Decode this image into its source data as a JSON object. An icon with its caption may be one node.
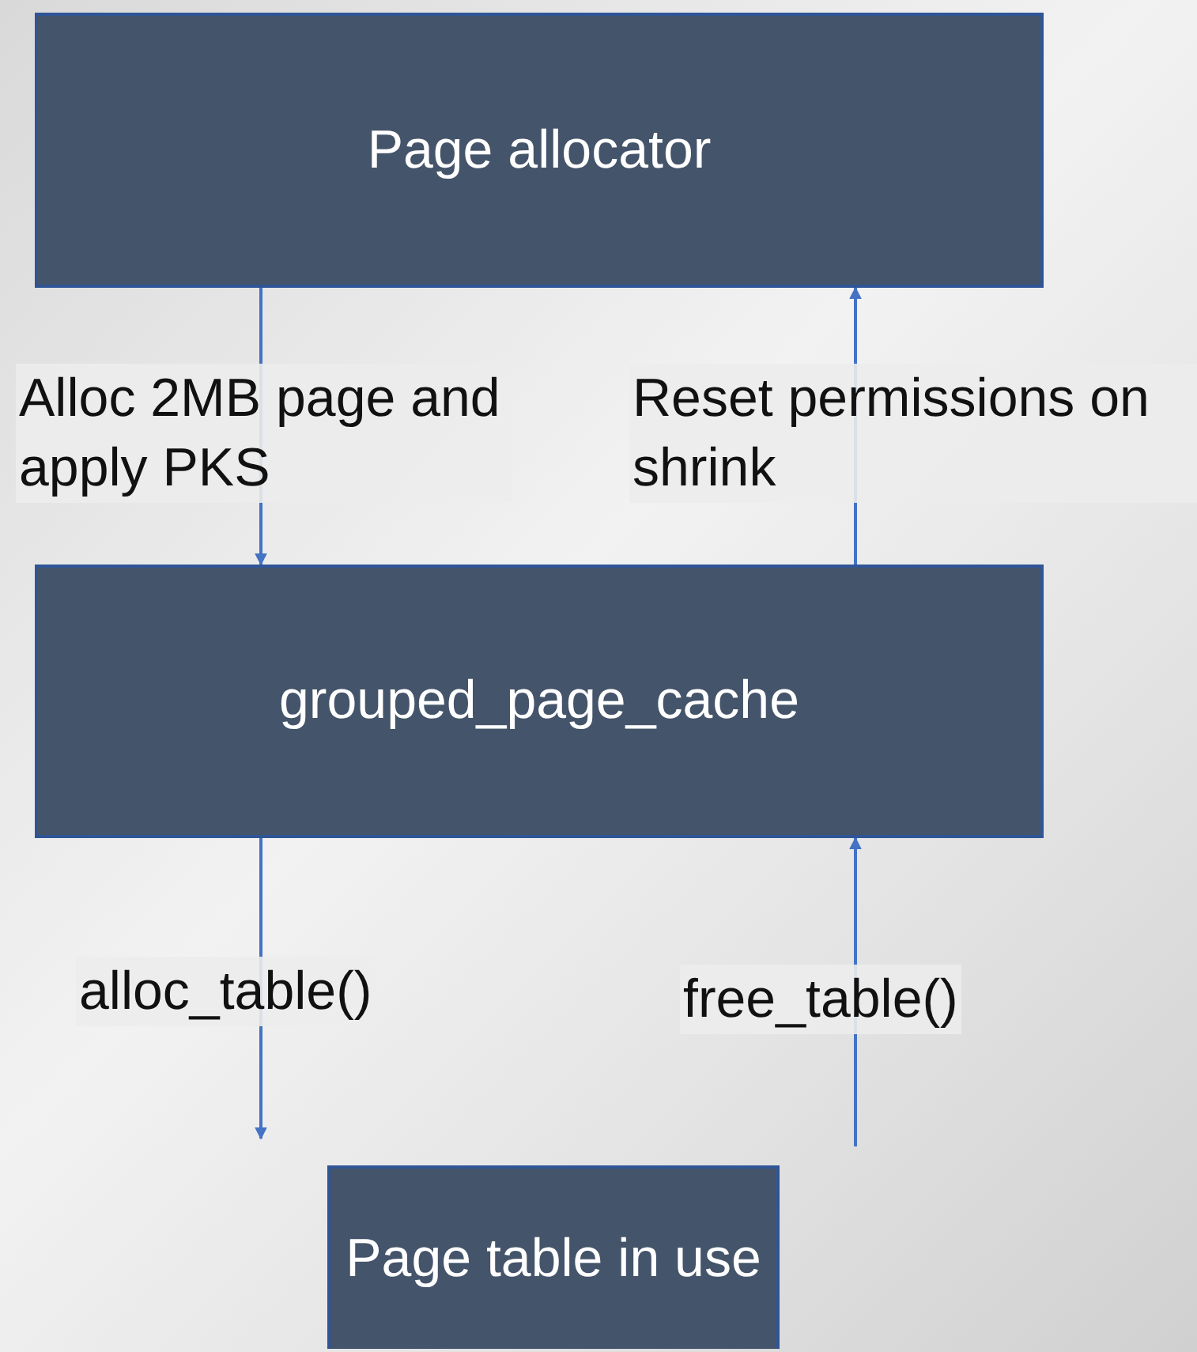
{
  "diagram": {
    "nodes": [
      {
        "text": [
          "Page allocator"
        ]
      },
      {
        "text": [
          "grouped_page_cache"
        ]
      },
      {
        "text": [
          "Page table in use"
        ]
      }
    ],
    "edges": [
      {
        "from": 0,
        "to": 1,
        "arrow": "to",
        "label": "Alloc 2MB page and apply PKS"
      },
      {
        "from": 1,
        "to": 0,
        "arrow": "to",
        "label": "Reset permissions on shrink"
      },
      {
        "from": 1,
        "to": null,
        "arrow": "to",
        "label": "alloc_table()"
      },
      {
        "from": null,
        "to": 1,
        "arrow": "to",
        "label": "free_table()"
      }
    ]
  }
}
